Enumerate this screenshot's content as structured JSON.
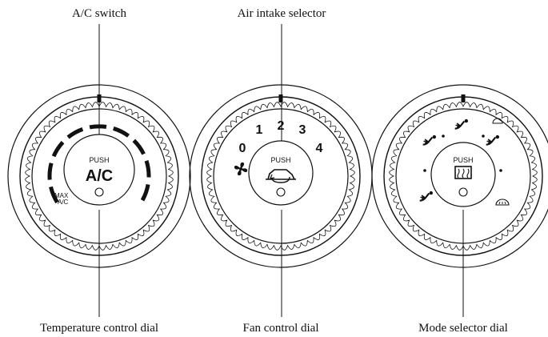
{
  "callouts": {
    "ac_switch": "A/C switch",
    "air_intake_selector": "Air intake selector",
    "temperature_dial": "Temperature control dial",
    "fan_dial": "Fan control dial",
    "mode_dial": "Mode selector dial"
  },
  "temperature_knob": {
    "push_label": "PUSH",
    "button_label": "A/C",
    "max_label_line1": "MAX",
    "max_label_line2": "A/C"
  },
  "fan_knob": {
    "push_label": "PUSH",
    "speeds": [
      "0",
      "1",
      "2",
      "3",
      "4"
    ],
    "fan_icon": "fan-icon",
    "button_icon": "recirculation-car-icon"
  },
  "mode_knob": {
    "push_label": "PUSH",
    "button_icon": "rear-defroster-icon",
    "mode_icons": [
      "vent-face-icon",
      "bi-level-icon",
      "floor-icon",
      "floor-defrost-icon",
      "defrost-icon"
    ]
  },
  "colors": {
    "ink": "#111111",
    "background": "#ffffff"
  }
}
